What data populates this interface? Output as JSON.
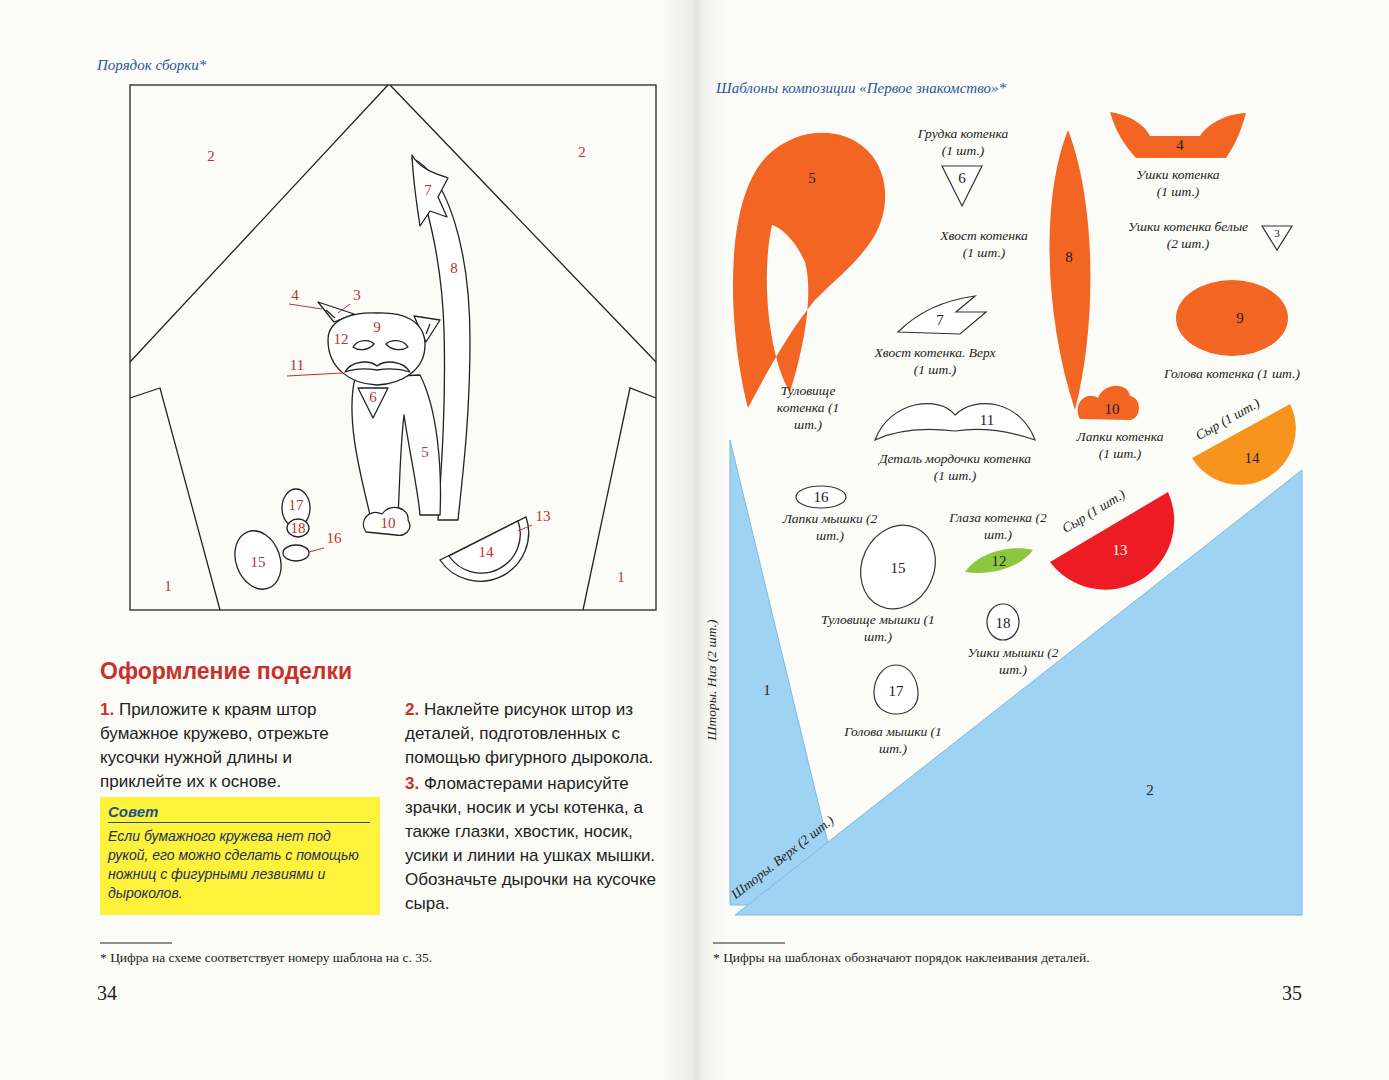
{
  "diagram": {
    "nodes": [
      {
        "text": [
          "Совет",
          "Если бумажного кружева нет под рукой, его можно сделать с помощью ножниц с фигурными лезвиями и дыроколов."
        ]
      },
      {
        "text": [
          "5",
          "Туловище котенка (1 шт.)"
        ]
      },
      {
        "text": [
          "Грудка котенка (1 шт.)",
          "6"
        ]
      },
      {
        "text": [
          "Хвост котенка (1 шт.)",
          "8"
        ]
      },
      {
        "text": [
          "4",
          "Ушки котенка (1 шт.)"
        ]
      },
      {
        "text": [
          "Ушки котенка белые (2 шт.)",
          "3"
        ]
      },
      {
        "text": [
          "9",
          "Голова котенка (1 шт.)"
        ]
      },
      {
        "text": [
          "7",
          "Хвост котенка. Верх (1 шт.)"
        ]
      },
      {
        "text": [
          "11",
          "Деталь мордочки котенка (1 шт.)"
        ]
      },
      {
        "text": [
          "10",
          "Лапки котенка (1 шт.)"
        ]
      },
      {
        "text": [
          "Сыр (1 шт.)",
          "14"
        ]
      },
      {
        "text": [
          "16",
          "Лапки мышки (2 шт.)"
        ]
      },
      {
        "text": [
          "15",
          "Туловище мышки (1 шт.)"
        ]
      },
      {
        "text": [
          "Глаза котенка (2 шт.)",
          "12"
        ]
      },
      {
        "text": [
          "Сыр (1 шт.)",
          "13"
        ]
      },
      {
        "text": [
          "18",
          "Ушки мышки (2 шт.)"
        ]
      },
      {
        "text": [
          "17",
          "Голова мышки (1 шт.)"
        ]
      },
      {
        "text": [
          "Шторы. Низ (2 шт.)",
          "1"
        ]
      },
      {
        "text": [
          "Шторы. Верх (2 шт.)",
          "2"
        ]
      }
    ],
    "labels": [
      "Порядок сборки*",
      "2",
      "2",
      "7",
      "8",
      "4",
      "3",
      "9",
      "12",
      "11",
      "6",
      "5",
      "17",
      "18",
      "16",
      "15",
      "10",
      "13",
      "14",
      "1",
      "1",
      "Оформление поделки",
      "1.",
      "Приложите к краям штор бумажное кружево, отрежьте кусочки нужной длины и приклейте их к основе.",
      "2.",
      "Наклейте рисунок штор из деталей, подготовленных с помощью фигурного дырокола.",
      "3.",
      "Фломастерами нарисуйте зрачки, носик и усы котенка, а также глазки, хвостик, носик, усики и линии на ушках мышки. Обозначьте дырочки на кусочке сыра.",
      "* Цифра на схеме соответствует номеру шаблона на с. 35.",
      "34",
      "Шаблоны композиции «Первое знакомство»*",
      "* Цифры на шаблонах обозначают порядок наклеивания деталей.",
      "35"
    ]
  }
}
